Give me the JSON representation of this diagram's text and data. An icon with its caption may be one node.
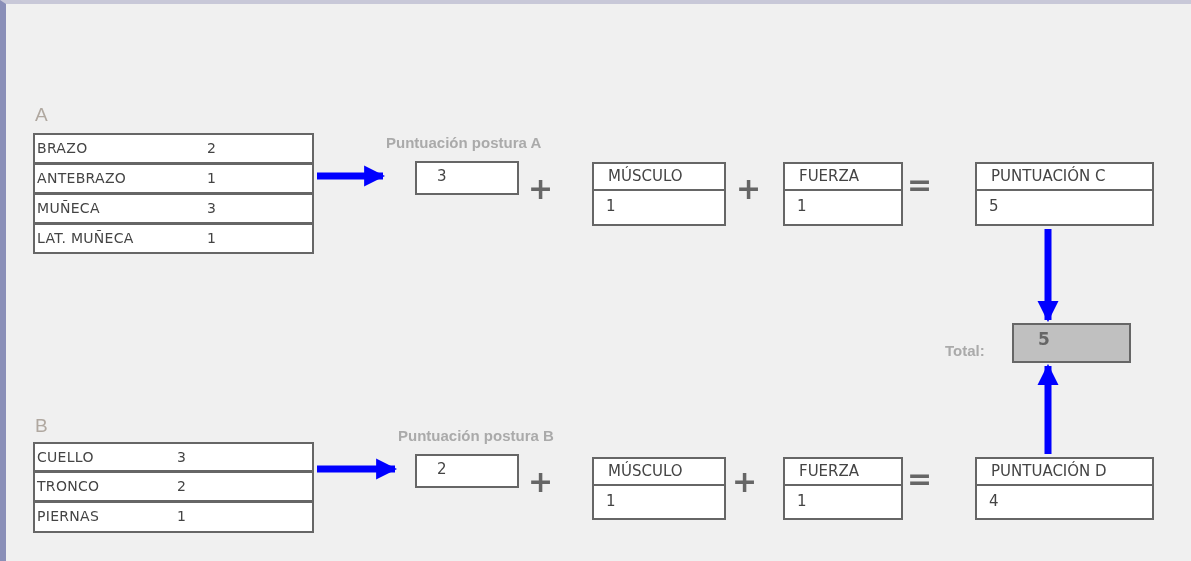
{
  "diagram": {
    "nodes": [
      {
        "text": [
          "A"
        ]
      },
      {
        "text": [
          "BRAZO",
          "2"
        ],
        "in": 0
      },
      {
        "text": [
          "ANTEBRAZO",
          "1"
        ],
        "in": 0
      },
      {
        "text": [
          "MUÑECA",
          "3"
        ],
        "in": 0
      },
      {
        "text": [
          "LAT. MUÑECA",
          "1"
        ],
        "in": 0
      },
      {
        "text": [
          "Puntuación postura A",
          "3"
        ]
      },
      {
        "text": [
          "MÚSCULO",
          "1"
        ]
      },
      {
        "text": [
          "FUERZA",
          "1"
        ]
      },
      {
        "text": [
          "PUNTUACIÓN C",
          "5"
        ]
      },
      {
        "text": [
          "5"
        ],
        "beside": [
          "Total:"
        ]
      },
      {
        "text": [
          "B"
        ]
      },
      {
        "text": [
          "CUELLO",
          "3"
        ],
        "in": 10
      },
      {
        "text": [
          "TRONCO",
          "2"
        ],
        "in": 10
      },
      {
        "text": [
          "PIERNAS",
          "1"
        ],
        "in": 10
      },
      {
        "text": [
          "Puntuación postura B",
          "2"
        ]
      },
      {
        "text": [
          "MÚSCULO",
          "1"
        ]
      },
      {
        "text": [
          "FUERZA",
          "1"
        ]
      },
      {
        "text": [
          "PUNTUACIÓN D",
          "4"
        ]
      }
    ],
    "edges": [
      {
        "from": 0,
        "to": 5,
        "arrow": "to"
      },
      {
        "from": 8,
        "to": 9,
        "arrow": "to"
      },
      {
        "from": 17,
        "to": 9,
        "arrow": "to"
      },
      {
        "from": 10,
        "to": 14,
        "arrow": "to"
      }
    ],
    "labels": [
      "+",
      "+",
      "=",
      "+",
      "+",
      "="
    ]
  }
}
